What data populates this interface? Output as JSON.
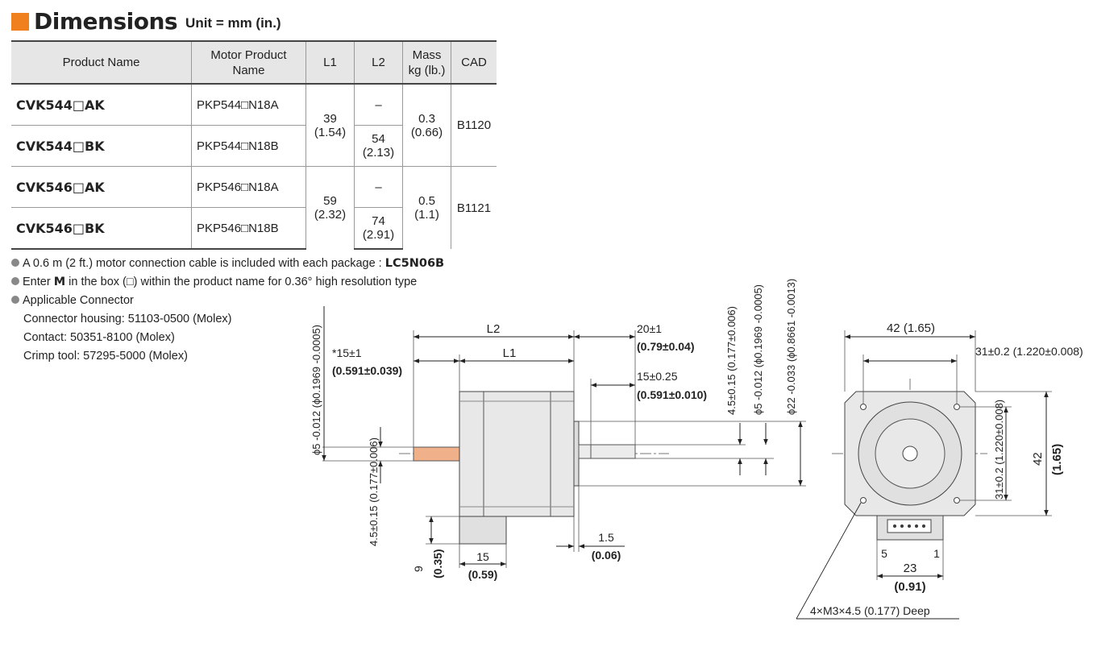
{
  "header": {
    "title": "Dimensions",
    "unit": "Unit = mm (in.)"
  },
  "table": {
    "headers": {
      "product": "Product Name",
      "motor": "Motor Product Name",
      "l1": "L1",
      "l2": "L2",
      "mass": "Mass kg (lb.)",
      "cad": "CAD"
    },
    "rows": [
      {
        "product": "CVK544□AK",
        "motor": "PKP544□N18A",
        "l2": "–"
      },
      {
        "product": "CVK544□BK",
        "motor": "PKP544□N18B",
        "l2": "54 (2.13)"
      },
      {
        "product": "CVK546□AK",
        "motor": "PKP546□N18A",
        "l2": "–"
      },
      {
        "product": "CVK546□BK",
        "motor": "PKP546□N18B",
        "l2": "74 (2.91)"
      }
    ],
    "groups": [
      {
        "l1": "39 (1.54)",
        "mass": "0.3 (0.66)",
        "cad": "B1120"
      },
      {
        "l1": "59 (2.32)",
        "mass": "0.5 (1.1)",
        "cad": "B1121"
      }
    ]
  },
  "notes": {
    "cable_prefix": "A 0.6 m (2 ft.) motor connection cable is included with each package : ",
    "cable_code": "LC5N06B",
    "enter_prefix": "Enter ",
    "enter_m": "M",
    "enter_suffix": " in the box (□) within the product name for 0.36° high resolution type",
    "connector_title": "Applicable Connector",
    "housing": "Connector housing: 51103-0500 (Molex)",
    "contact": "Contact: 50351-8100 (Molex)",
    "crimp": "Crimp tool: 57295-5000 (Molex)"
  },
  "side_view": {
    "l2": "L2",
    "l1": "L1",
    "d20": "20±1",
    "d20_in": "(0.79±0.04)",
    "d15b": "15±0.25",
    "d15b_in": "(0.591±0.010)",
    "d15a": "*15±1",
    "d15a_in": "(0.591±0.039)",
    "shaft_left": "ϕ5 -0.012 (ϕ0.1969 -0.0005)",
    "flat_right": "4.5±0.15 (0.177±0.006)",
    "shaft_right": "ϕ5 -0.012 (ϕ0.1969 -0.0005)",
    "pilot": "ϕ22 -0.033 (ϕ0.8661 -0.0013)",
    "flat_left": "4.5±0.15 (0.177±0.006)",
    "d9": "9",
    "d9_in": "(0.35)",
    "d15c": "15",
    "d15c_in": "(0.59)",
    "d1_5": "1.5",
    "d1_5_in": "(0.06)"
  },
  "front_view": {
    "w42": "42 (1.65)",
    "p31": "31±0.2 (1.220±0.008)",
    "v31": "31±0.2 (1.220±0.008)",
    "h42": "42",
    "h42_in": "(1.65)",
    "pin5": "5",
    "pin1": "1",
    "c23": "23",
    "c23_in": "(0.91)",
    "holes": "4×M3×4.5 (0.177) Deep"
  },
  "colors": {
    "accent": "#f07f1e",
    "shaft": "#f0b08a",
    "body": "#e8e8e8",
    "header_bg": "#e6e6e6"
  }
}
